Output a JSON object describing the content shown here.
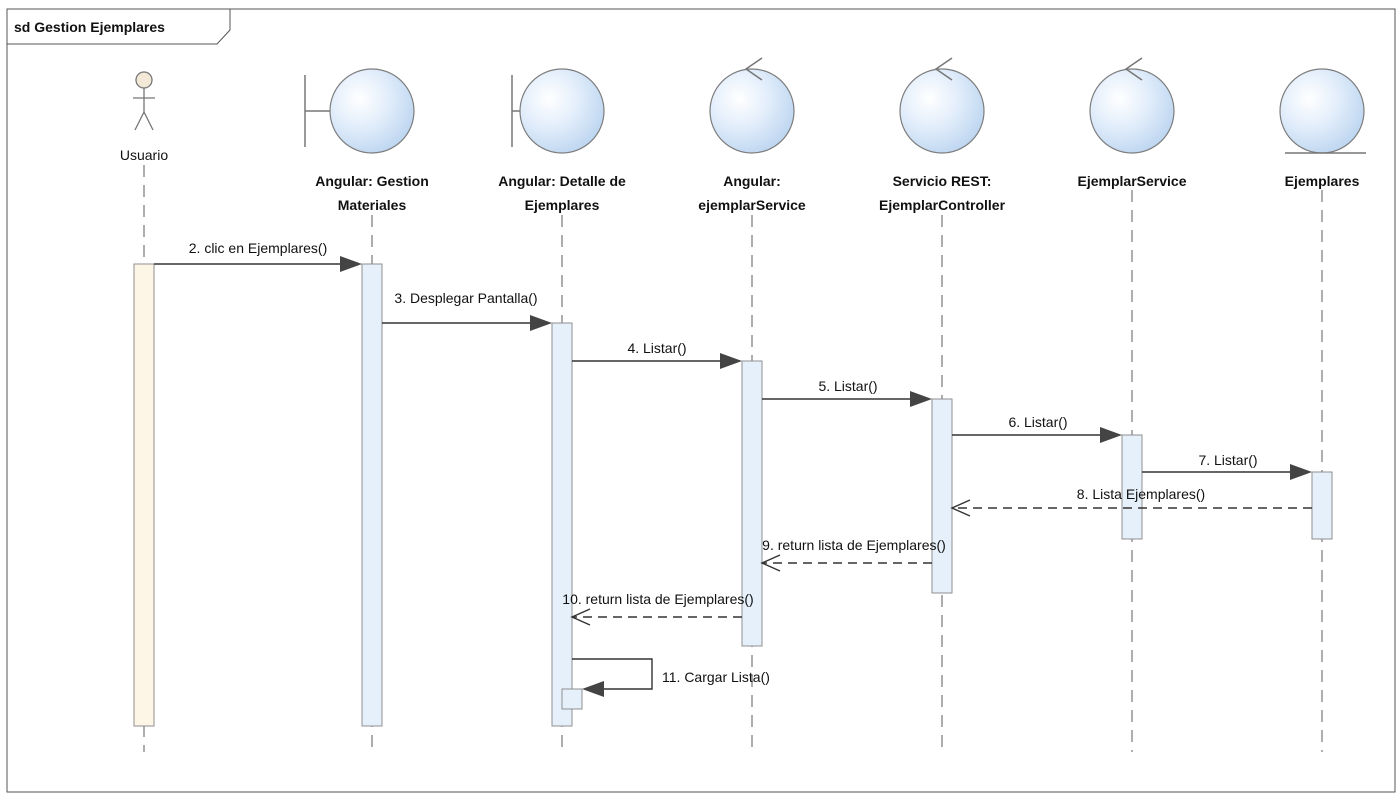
{
  "frame": {
    "title": "sd Gestion Ejemplares"
  },
  "participants": [
    {
      "id": "usuario",
      "kind": "actor",
      "lines": [
        "Usuario"
      ]
    },
    {
      "id": "gestion",
      "kind": "boundary",
      "lines": [
        "Angular: Gestion",
        "Materiales"
      ]
    },
    {
      "id": "detalle",
      "kind": "boundary",
      "lines": [
        "Angular: Detalle de",
        "Ejemplares"
      ]
    },
    {
      "id": "ejsvc-ng",
      "kind": "control",
      "lines": [
        "Angular:",
        "ejemplarService"
      ]
    },
    {
      "id": "rest",
      "kind": "control",
      "lines": [
        "Servicio REST:",
        "EjemplarController"
      ]
    },
    {
      "id": "ejsvc",
      "kind": "control",
      "lines": [
        "EjemplarService"
      ]
    },
    {
      "id": "ejemplares",
      "kind": "entity",
      "lines": [
        "Ejemplares"
      ]
    }
  ],
  "messages": [
    {
      "label": "2. clic en Ejemplares()",
      "from": 0,
      "to": 1,
      "type": "sync"
    },
    {
      "label": "3. Desplegar Pantalla()",
      "from": 1,
      "to": 2,
      "type": "sync"
    },
    {
      "label": "4. Listar()",
      "from": 2,
      "to": 3,
      "type": "sync"
    },
    {
      "label": "5. Listar()",
      "from": 3,
      "to": 4,
      "type": "sync"
    },
    {
      "label": "6. Listar()",
      "from": 4,
      "to": 5,
      "type": "sync"
    },
    {
      "label": "7. Listar()",
      "from": 5,
      "to": 6,
      "type": "sync"
    },
    {
      "label": "8. Lista Ejemplares()",
      "from": 6,
      "to": 4,
      "type": "return"
    },
    {
      "label": "9. return lista de Ejemplares()",
      "from": 4,
      "to": 3,
      "type": "return"
    },
    {
      "label": "10. return lista de Ejemplares()",
      "from": 3,
      "to": 2,
      "type": "return"
    },
    {
      "label": "11. Cargar Lista()",
      "from": 2,
      "to": 2,
      "type": "self"
    }
  ],
  "colors": {
    "actor_activation": "#fdf5e6",
    "activation": "#e6f0fb",
    "shape_fill": "#d4e6f9",
    "shape_stroke": "#7d7d7d",
    "line": "#333333"
  }
}
